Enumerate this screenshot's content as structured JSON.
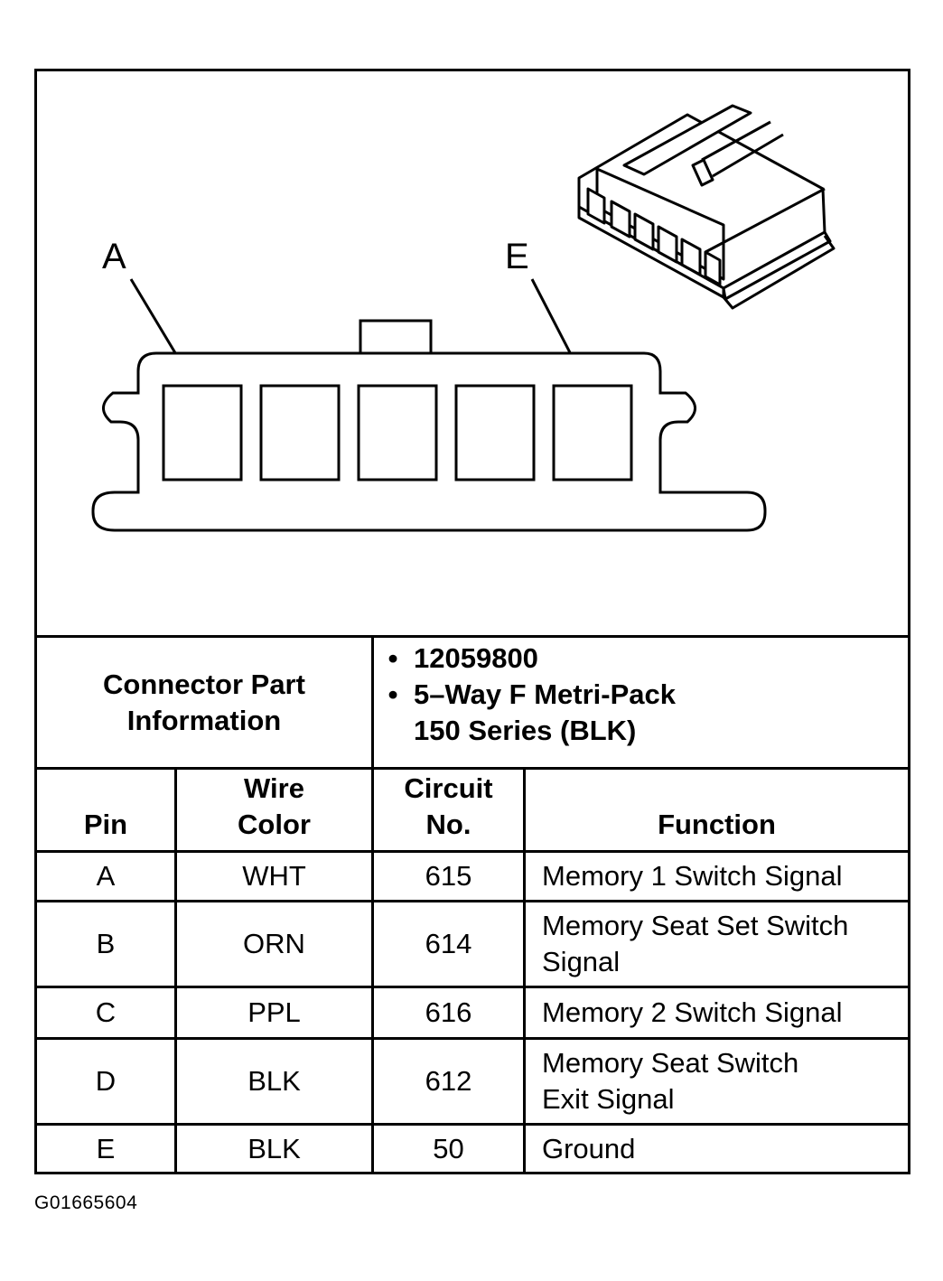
{
  "diagram": {
    "pin_callouts": [
      "A",
      "E"
    ],
    "cavity_count": 5
  },
  "connector_info": {
    "label": "Connector Part\nInformation",
    "items": [
      "12059800",
      "5–Way F Metri-Pack\n150 Series (BLK)"
    ]
  },
  "table": {
    "headers": {
      "pin": "Pin",
      "wire_color": "Wire\nColor",
      "circuit_no": "Circuit\nNo.",
      "function": "Function"
    },
    "rows": [
      {
        "pin": "A",
        "wire_color": "WHT",
        "circuit_no": "615",
        "function": "Memory 1 Switch Signal"
      },
      {
        "pin": "B",
        "wire_color": "ORN",
        "circuit_no": "614",
        "function": "Memory Seat Set Switch\nSignal"
      },
      {
        "pin": "C",
        "wire_color": "PPL",
        "circuit_no": "616",
        "function": "Memory 2 Switch Signal"
      },
      {
        "pin": "D",
        "wire_color": "BLK",
        "circuit_no": "612",
        "function": "Memory Seat Switch\nExit Signal"
      },
      {
        "pin": "E",
        "wire_color": "BLK",
        "circuit_no": "50",
        "function": "Ground"
      }
    ]
  },
  "figure_id": "G01665604"
}
